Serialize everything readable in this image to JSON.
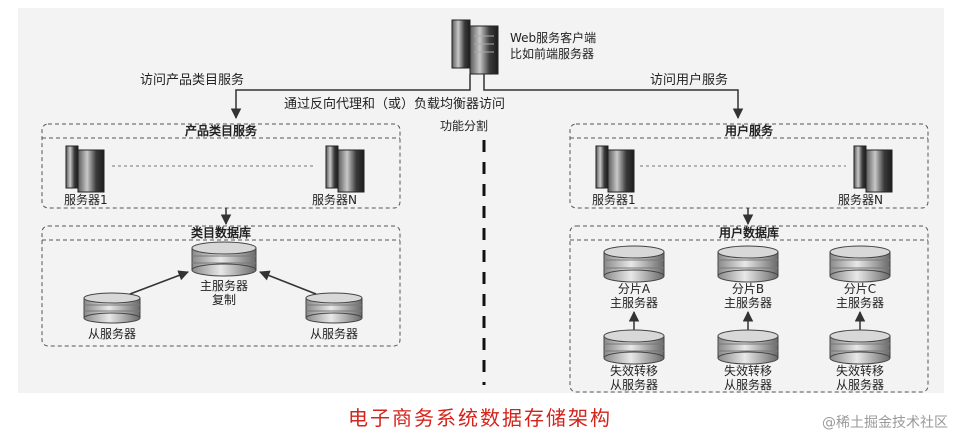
{
  "web_server_label": [
    "Web服务客户端",
    "比如前端服务器"
  ],
  "left_access_label": "访问产品类目服务",
  "right_access_label": "访问用户服务",
  "proxy_label": "通过反向代理和（或）负载均衡器访问",
  "split_label": "功能分割",
  "left_service_title": "产品类目服务",
  "left_server_1": "服务器1",
  "left_server_n": "服务器N",
  "left_db_title": "类目数据库",
  "left_master_label": [
    "主服务器",
    "复制"
  ],
  "left_slave_label_1": "从服务器",
  "left_slave_label_2": "从服务器",
  "right_service_title": "用户服务",
  "right_server_1": "服务器1",
  "right_server_n": "服务器N",
  "right_db_title": "用户数据库",
  "shards": [
    {
      "label": [
        "分片A",
        "主服务器"
      ],
      "failover": [
        "失效转移",
        "从服务器"
      ]
    },
    {
      "label": [
        "分片B",
        "主服务器"
      ],
      "failover": [
        "失效转移",
        "从服务器"
      ]
    },
    {
      "label": [
        "分片C",
        "主服务器"
      ],
      "failover": [
        "失效转移",
        "从服务器"
      ]
    }
  ],
  "caption": "电子商务系统数据存储架构",
  "watermark": "@稀土掘金技术社区"
}
